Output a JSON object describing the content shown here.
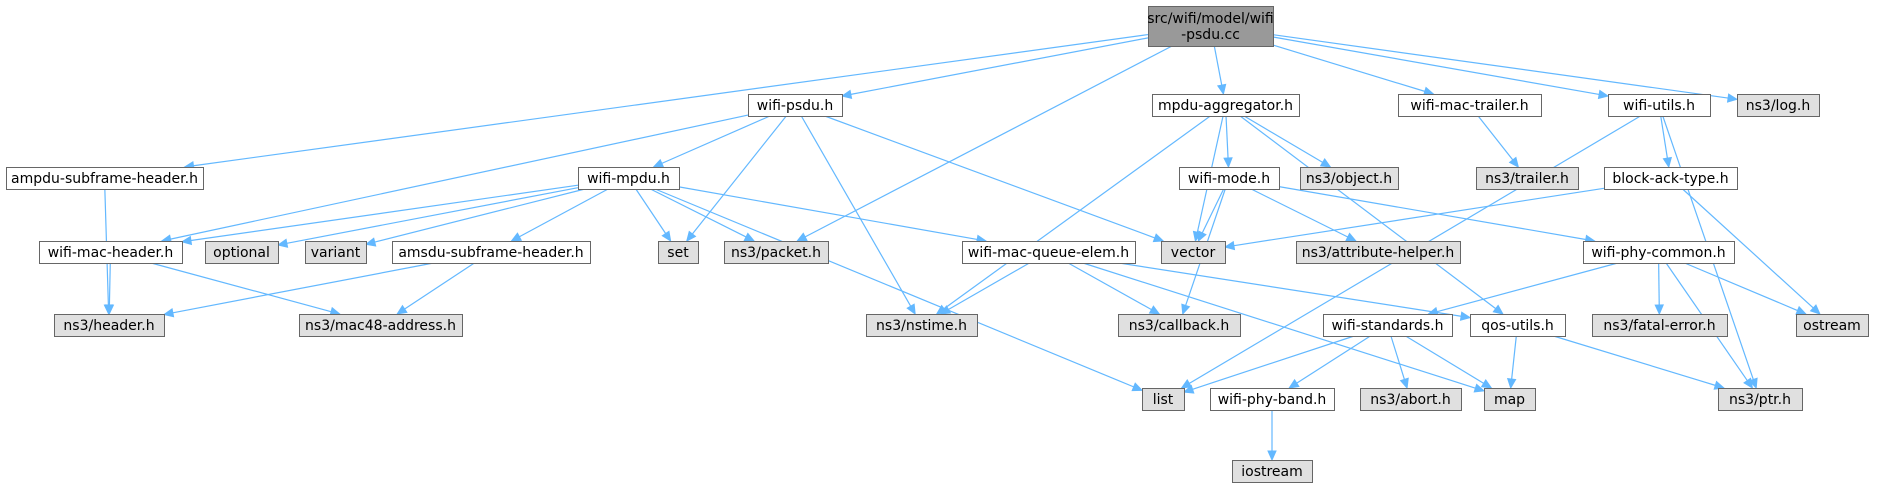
{
  "colors": {
    "edge": "#63b8ff",
    "node_border": "#666666",
    "root_fill": "#999999",
    "documented_fill": "#ffffff",
    "external_fill": "#e0e0e0",
    "text": "#000000"
  },
  "nodes": [
    {
      "id": "root",
      "label": [
        "src/wifi/model/wifi",
        "-psdu.cc"
      ],
      "kind": "root"
    },
    {
      "id": "wifi_psdu_h",
      "label": [
        "wifi-psdu.h"
      ],
      "kind": "documented"
    },
    {
      "id": "mpdu_aggregator_h",
      "label": [
        "mpdu-aggregator.h"
      ],
      "kind": "documented"
    },
    {
      "id": "wifi_mac_trailer_h",
      "label": [
        "wifi-mac-trailer.h"
      ],
      "kind": "documented"
    },
    {
      "id": "wifi_utils_h",
      "label": [
        "wifi-utils.h"
      ],
      "kind": "documented"
    },
    {
      "id": "ns3_log_h",
      "label": [
        "ns3/log.h"
      ],
      "kind": "external"
    },
    {
      "id": "ampdu_subframe_header_h",
      "label": [
        "ampdu-subframe-header.h"
      ],
      "kind": "documented"
    },
    {
      "id": "wifi_mpdu_h",
      "label": [
        "wifi-mpdu.h"
      ],
      "kind": "documented"
    },
    {
      "id": "wifi_mode_h",
      "label": [
        "wifi-mode.h"
      ],
      "kind": "documented"
    },
    {
      "id": "ns3_object_h",
      "label": [
        "ns3/object.h"
      ],
      "kind": "external"
    },
    {
      "id": "ns3_trailer_h",
      "label": [
        "ns3/trailer.h"
      ],
      "kind": "external"
    },
    {
      "id": "block_ack_type_h",
      "label": [
        "block-ack-type.h"
      ],
      "kind": "documented"
    },
    {
      "id": "wifi_mac_header_h",
      "label": [
        "wifi-mac-header.h"
      ],
      "kind": "documented"
    },
    {
      "id": "optional",
      "label": [
        "optional"
      ],
      "kind": "external"
    },
    {
      "id": "variant",
      "label": [
        "variant"
      ],
      "kind": "external"
    },
    {
      "id": "amsdu_subframe_header_h",
      "label": [
        "amsdu-subframe-header.h"
      ],
      "kind": "documented"
    },
    {
      "id": "set",
      "label": [
        "set"
      ],
      "kind": "external"
    },
    {
      "id": "ns3_packet_h",
      "label": [
        "ns3/packet.h"
      ],
      "kind": "external"
    },
    {
      "id": "wifi_mac_queue_elem_h",
      "label": [
        "wifi-mac-queue-elem.h"
      ],
      "kind": "documented"
    },
    {
      "id": "vector",
      "label": [
        "vector"
      ],
      "kind": "external"
    },
    {
      "id": "ns3_attribute_helper_h",
      "label": [
        "ns3/attribute-helper.h"
      ],
      "kind": "external"
    },
    {
      "id": "wifi_phy_common_h",
      "label": [
        "wifi-phy-common.h"
      ],
      "kind": "documented"
    },
    {
      "id": "ns3_header_h",
      "label": [
        "ns3/header.h"
      ],
      "kind": "external"
    },
    {
      "id": "ns3_mac48_address_h",
      "label": [
        "ns3/mac48-address.h"
      ],
      "kind": "external"
    },
    {
      "id": "ns3_nstime_h",
      "label": [
        "ns3/nstime.h"
      ],
      "kind": "external"
    },
    {
      "id": "ns3_callback_h",
      "label": [
        "ns3/callback.h"
      ],
      "kind": "external"
    },
    {
      "id": "wifi_standards_h",
      "label": [
        "wifi-standards.h"
      ],
      "kind": "documented"
    },
    {
      "id": "qos_utils_h",
      "label": [
        "qos-utils.h"
      ],
      "kind": "documented"
    },
    {
      "id": "ns3_fatal_error_h",
      "label": [
        "ns3/fatal-error.h"
      ],
      "kind": "external"
    },
    {
      "id": "ostream",
      "label": [
        "ostream"
      ],
      "kind": "external"
    },
    {
      "id": "list",
      "label": [
        "list"
      ],
      "kind": "external"
    },
    {
      "id": "wifi_phy_band_h",
      "label": [
        "wifi-phy-band.h"
      ],
      "kind": "documented"
    },
    {
      "id": "ns3_abort_h",
      "label": [
        "ns3/abort.h"
      ],
      "kind": "external"
    },
    {
      "id": "map",
      "label": [
        "map"
      ],
      "kind": "external"
    },
    {
      "id": "ns3_ptr_h",
      "label": [
        "ns3/ptr.h"
      ],
      "kind": "external"
    },
    {
      "id": "iostream",
      "label": [
        "iostream"
      ],
      "kind": "external"
    }
  ],
  "edges": [
    [
      "root",
      "wifi_psdu_h"
    ],
    [
      "root",
      "mpdu_aggregator_h"
    ],
    [
      "root",
      "wifi_mac_trailer_h"
    ],
    [
      "root",
      "wifi_utils_h"
    ],
    [
      "root",
      "ns3_log_h"
    ],
    [
      "root",
      "ampdu_subframe_header_h"
    ],
    [
      "root",
      "ns3_packet_h"
    ],
    [
      "wifi_psdu_h",
      "wifi_mpdu_h"
    ],
    [
      "wifi_psdu_h",
      "wifi_mac_header_h"
    ],
    [
      "wifi_psdu_h",
      "set"
    ],
    [
      "wifi_psdu_h",
      "ns3_nstime_h"
    ],
    [
      "wifi_psdu_h",
      "vector"
    ],
    [
      "mpdu_aggregator_h",
      "wifi_mode_h"
    ],
    [
      "mpdu_aggregator_h",
      "ns3_object_h"
    ],
    [
      "mpdu_aggregator_h",
      "vector"
    ],
    [
      "mpdu_aggregator_h",
      "ns3_nstime_h"
    ],
    [
      "mpdu_aggregator_h",
      "qos_utils_h"
    ],
    [
      "wifi_mac_trailer_h",
      "ns3_trailer_h"
    ],
    [
      "wifi_utils_h",
      "block_ack_type_h"
    ],
    [
      "wifi_utils_h",
      "list"
    ],
    [
      "wifi_utils_h",
      "ns3_ptr_h"
    ],
    [
      "ampdu_subframe_header_h",
      "ns3_header_h"
    ],
    [
      "wifi_mpdu_h",
      "wifi_mac_header_h"
    ],
    [
      "wifi_mpdu_h",
      "optional"
    ],
    [
      "wifi_mpdu_h",
      "variant"
    ],
    [
      "wifi_mpdu_h",
      "amsdu_subframe_header_h"
    ],
    [
      "wifi_mpdu_h",
      "set"
    ],
    [
      "wifi_mpdu_h",
      "ns3_packet_h"
    ],
    [
      "wifi_mpdu_h",
      "wifi_mac_queue_elem_h"
    ],
    [
      "wifi_mpdu_h",
      "list"
    ],
    [
      "wifi_mode_h",
      "vector"
    ],
    [
      "wifi_mode_h",
      "ns3_attribute_helper_h"
    ],
    [
      "wifi_mode_h",
      "ns3_callback_h"
    ],
    [
      "wifi_mode_h",
      "wifi_phy_common_h"
    ],
    [
      "block_ack_type_h",
      "vector"
    ],
    [
      "block_ack_type_h",
      "ostream"
    ],
    [
      "wifi_mac_header_h",
      "ns3_header_h"
    ],
    [
      "wifi_mac_header_h",
      "ns3_mac48_address_h"
    ],
    [
      "amsdu_subframe_header_h",
      "ns3_header_h"
    ],
    [
      "amsdu_subframe_header_h",
      "ns3_mac48_address_h"
    ],
    [
      "wifi_mac_queue_elem_h",
      "ns3_nstime_h"
    ],
    [
      "wifi_mac_queue_elem_h",
      "ns3_callback_h"
    ],
    [
      "wifi_mac_queue_elem_h",
      "qos_utils_h"
    ],
    [
      "wifi_mac_queue_elem_h",
      "map"
    ],
    [
      "wifi_phy_common_h",
      "wifi_standards_h"
    ],
    [
      "wifi_phy_common_h",
      "ns3_fatal_error_h"
    ],
    [
      "wifi_phy_common_h",
      "ostream"
    ],
    [
      "wifi_phy_common_h",
      "ns3_ptr_h"
    ],
    [
      "wifi_standards_h",
      "list"
    ],
    [
      "wifi_standards_h",
      "wifi_phy_band_h"
    ],
    [
      "wifi_standards_h",
      "ns3_abort_h"
    ],
    [
      "wifi_standards_h",
      "map"
    ],
    [
      "qos_utils_h",
      "map"
    ],
    [
      "qos_utils_h",
      "ns3_ptr_h"
    ],
    [
      "wifi_phy_band_h",
      "iostream"
    ]
  ]
}
